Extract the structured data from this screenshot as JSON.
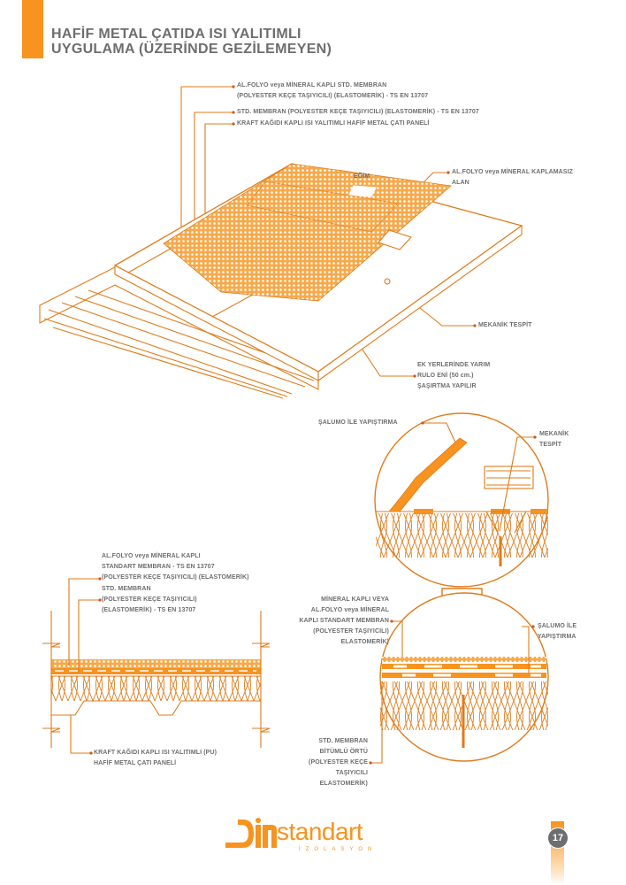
{
  "title": {
    "line1": "HAFİF METAL ÇATIDA ISI YALITIMLI",
    "line2": "UYGULAMA (ÜZERİNDE GEZİLEMEYEN)"
  },
  "iso_labels": {
    "l1a": "AL.FOLYO veya MİNERAL KAPLI STD. MEMBRAN",
    "l1b": "(POLYESTER KEÇE TAŞIYICILI) (ELASTOMERİK)  - TS EN 13707",
    "l2": "STD. MEMBRAN (POLYESTER KEÇE TAŞIYICILI) (ELASTOMERİK)   - TS EN 13707",
    "l3": "KRAFT KAĞIDI KAPLI ISI YALITIMLI HAFİF METAL ÇATI PANELİ",
    "slope": "EĞİM",
    "unc1": "AL.FOLYO veya MİNERAL KAPLAMASIZ",
    "unc2": "ALAN",
    "mech": "MEKANİK TESPİT",
    "ek1": "EK YERLERİNDE YARIM",
    "ek2": "RULO ENİ (50 cm.)",
    "ek3": "ŞAŞIRTMA YAPILIR"
  },
  "detail1": {
    "salumo": "ŞALUMO İLE YAPIŞTIRMA",
    "mech1": "MEKANİK",
    "mech2": "TESPİT"
  },
  "section_labels": {
    "a1": "AL.FOLYO veya MİNERAL KAPLI",
    "a2": "STANDART MEMBRAN - TS EN 13707",
    "a3": "(POLYESTER KEÇE TAŞIYICILI) (ELASTOMERİK)",
    "b1": "STD. MEMBRAN",
    "b2": "(POLYESTER KEÇE TAŞIYICILI)",
    "b3": "(ELASTOMERİK) - TS EN 13707",
    "c1": "KRAFT KAĞIDI KAPLI ISI YALITIMLI (PU)",
    "c2": "HAFİF METAL ÇATI PANELİ"
  },
  "detail2": {
    "m1": "MİNERAL KAPLI VEYA",
    "m2": "AL.FOLYO veya MİNERAL",
    "m3": "KAPLI STANDART MEMBRAN",
    "m4": "(POLYESTER TAŞIYICILI)",
    "m5": "ELASTOMERİK)",
    "s1": "ŞALUMO İLE",
    "s2": "YAPIŞTIRMA",
    "b1": "STD. MEMBRAN",
    "b2": "BİTÜMLÜ ÖRTÜ",
    "b3": "(POLYESTER KEÇE",
    "b4": "TAŞIYICILI",
    "b5": "ELASTOMERİK)"
  },
  "footer": {
    "brand": "standart",
    "sub": "İZOLASYON",
    "page": "17"
  },
  "colors": {
    "accent": "#f7931e",
    "text": "#6d6e70",
    "line": "#e07b1a"
  }
}
